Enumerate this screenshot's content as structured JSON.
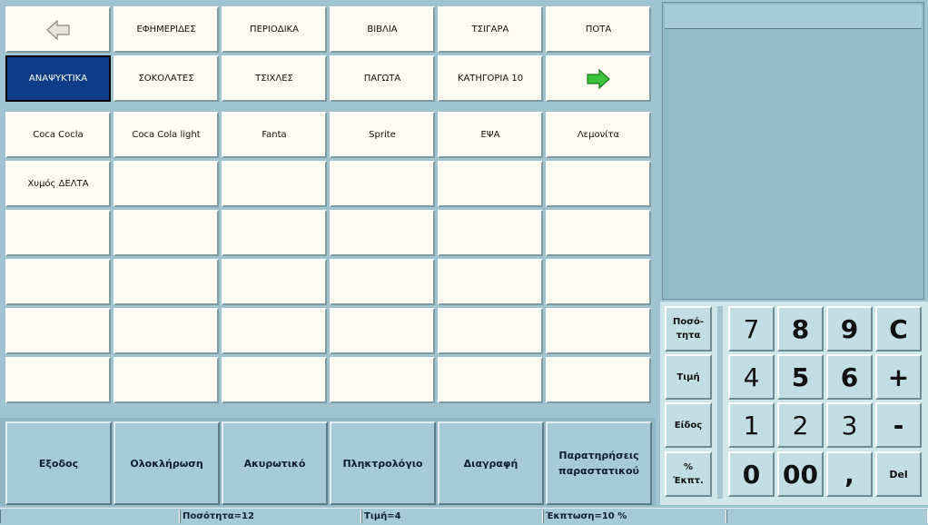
{
  "categories_row1": {
    "back_arrow_icon": "arrow-left-icon",
    "items": [
      "ΕΦΗΜΕΡΙΔΕΣ",
      "ΠΕΡΙΟΔΙΚΑ",
      "ΒΙΒΛΙΑ",
      "ΤΣΙΓΑΡΑ",
      "ΠΟΤΑ"
    ]
  },
  "categories_row2": {
    "items": [
      "ΑΝΑΨΥΚΤΙΚΑ",
      "ΣΟΚΟΛΑΤΕΣ",
      "ΤΣΙΧΛΕΣ",
      "ΠΑΓΩΤΑ",
      "ΚΑΤΗΓΟΡΙΑ 10"
    ],
    "selected": "ΑΝΑΨΥΚΤΙΚΑ",
    "forward_arrow_icon": "arrow-right-icon"
  },
  "products": {
    "row1": [
      "Coca Cocla",
      "Coca Cola light",
      "Fanta",
      "Sprite",
      "ΕΨΑ",
      "Λεμονίτα"
    ],
    "row2": [
      "Χυμός ΔΕΛΤΑ",
      "",
      "",
      "",
      "",
      ""
    ]
  },
  "bottom_buttons": {
    "exit": "Εξοδος",
    "complete": "Ολοκλήρωση",
    "void": "Ακυρωτικό",
    "keyboard": "Πληκτρολόγιο",
    "delete": "Διαγραφή",
    "remarks_line1": "Παρατηρήσεις",
    "remarks_line2": "παραστατικού"
  },
  "keypad": {
    "fn_quantity_line1": "Ποσό-",
    "fn_quantity_line2": "τητα",
    "fn_price": "Τιμή",
    "fn_item": "Είδος",
    "fn_discount_line1": "%",
    "fn_discount_line2": "Έκπτ.",
    "k7": "7",
    "k8": "8",
    "k9": "9",
    "kC": "C",
    "k4": "4",
    "k5": "5",
    "k6": "6",
    "kplus": "+",
    "k1": "1",
    "k2": "2",
    "k3": "3",
    "kminus": "-",
    "k0": "0",
    "k00": "00",
    "kcomma": ",",
    "kdel": "Del"
  },
  "status": {
    "quantity": "Ποσότητα=12",
    "price": "Τιμή=4",
    "discount": "Έκπτωση=10 %"
  },
  "colors": {
    "background": "#9fc4cf",
    "selected_category": "#0c3d86",
    "button_face": "#fdfbf2",
    "forward_arrow": "#3cc23c"
  }
}
